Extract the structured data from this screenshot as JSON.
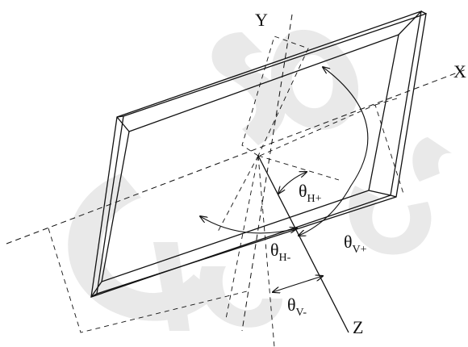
{
  "axes": {
    "x": "X",
    "y": "Y",
    "z": "Z"
  },
  "angles": {
    "theta": "θ",
    "h_plus": "H+",
    "h_minus": "H-",
    "v_plus": "V+",
    "v_minus": "V-"
  },
  "colors": {
    "line": "#111111",
    "watermark": "#e9e9e9"
  }
}
